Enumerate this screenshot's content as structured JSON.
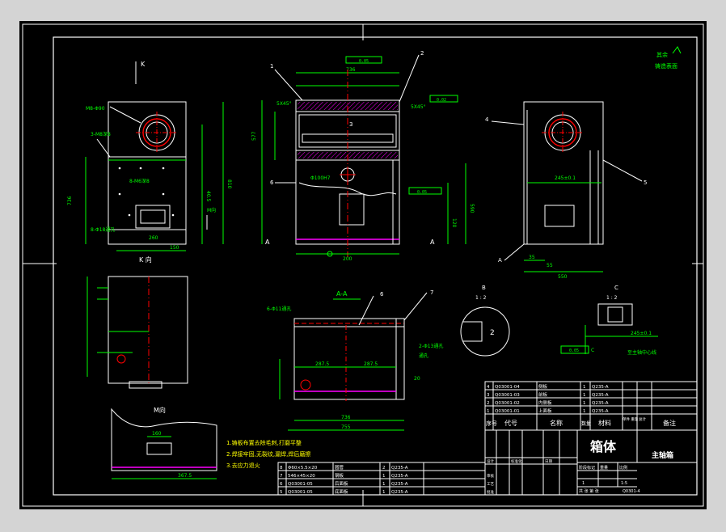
{
  "colors": {
    "background": "#000000",
    "frame": "#ffffff",
    "outline": "#ffffff",
    "dimension": "#00ff00",
    "centerline": "#ff0000",
    "hatch": "#ff00ff",
    "leader": "#ffffff",
    "accent": "#ffff00",
    "cyan": "#00ffff",
    "window": "#d4d4d4"
  },
  "views": {
    "top_left_label": "K",
    "k_view_caption": "K 向",
    "m_view_caption": "M向",
    "m_view_mark": "M向",
    "section_caption": "A-A",
    "detail_b_caption": "B",
    "detail_b_scale": "1 : 2",
    "detail_c_caption": "C",
    "detail_c_scale": "1 : 2",
    "section_marker": "A"
  },
  "front_view": {
    "dims": {
      "width": "736",
      "height": "810",
      "base_width": "260",
      "lower_width": "150",
      "mid_height": "40.5"
    },
    "labels": {
      "hole_count": "8-M6深8",
      "hole_count2": "3-M8深8",
      "bolt_pattern": "M8-Φ90",
      "base_holes": "8-Φ18通孔"
    }
  },
  "main_view": {
    "balloons": [
      "1",
      "2",
      "6",
      "3"
    ],
    "dims": {
      "top_width": "736",
      "chamfer_left": "5X45°",
      "chamfer_right": "5X45°",
      "bore": "Φ100H7",
      "left_height": "577",
      "right_height": "590",
      "width_bottom": "200",
      "base_thickness": "120",
      "tolerance1": "0.05",
      "tolerance2": "0.02",
      "tolerance3": "0.05"
    }
  },
  "side_view": {
    "balloons": [
      "4",
      "5"
    ],
    "dims": {
      "center_height": "245±0.1",
      "base": "35",
      "width": "550",
      "bottom": "55"
    },
    "marker": "A"
  },
  "section_view": {
    "balloons": [
      "6",
      "7"
    ],
    "dims": {
      "left_offset": "287.5",
      "right_offset": "287.5",
      "overall": "736",
      "overall2": "755",
      "height": "20",
      "hole_note": "2-Φ13通孔",
      "left_hole": "6-Φ11通孔",
      "through": "通孔"
    }
  },
  "detail_c": {
    "dim": "245±0.1",
    "tolerance": "0.05",
    "datum": "C",
    "note": "至主轴中心线"
  },
  "m_view": {
    "dims": {
      "width": "160",
      "length": "367.5"
    }
  },
  "notes": [
    "1.铸板布置去除毛刺,打磨平整",
    "2.焊接牢固,无裂纹,漏焊,焊后磨擦",
    "3.去应力退火"
  ],
  "roughness_note": {
    "line1": "其余",
    "line2": "铸造表面"
  },
  "parts_list_lower": {
    "rows": [
      [
        "8",
        "Φ60×5.5×20",
        "圆管",
        "2",
        "Q235-A"
      ],
      [
        "7",
        "546×45×20",
        "钢板",
        "1",
        "Q235-A"
      ],
      [
        "6",
        "Q03001-05",
        "后面板",
        "1",
        "Q235-A"
      ],
      [
        "5",
        "Q03001-05",
        "底面板",
        "1",
        "Q235-A"
      ]
    ]
  },
  "parts_list": {
    "rows": [
      [
        "4",
        "Q03001-04",
        "侧板",
        "1",
        "Q235-A"
      ],
      [
        "3",
        "Q03001-03",
        "前板",
        "1",
        "Q235-A"
      ],
      [
        "2",
        "Q03001-02",
        "内侧板",
        "1",
        "Q235-A"
      ],
      [
        "1",
        "Q03001-01",
        "上面板",
        "1",
        "Q235-A"
      ]
    ],
    "header": {
      "seq": "序号",
      "code": "代号",
      "name": "名称",
      "qty": "数量",
      "material": "材料",
      "unit_weight": "单件 重量",
      "total": "总计",
      "remark": "备注"
    }
  },
  "title_block": {
    "part_name": "箱体",
    "assembly": "主轴箱",
    "scale_label": "比例",
    "scale": "1:5",
    "qty_label": "数量",
    "qty": "1",
    "weight_label": "重量",
    "drawing_no": "Q0301-4",
    "stage_label": "阶段标记",
    "drawn_by": "设计",
    "checked": "审核",
    "approved": "批准",
    "process": "工艺",
    "standard": "标准化",
    "date": "日期",
    "sheet": "共 张 第 张"
  }
}
